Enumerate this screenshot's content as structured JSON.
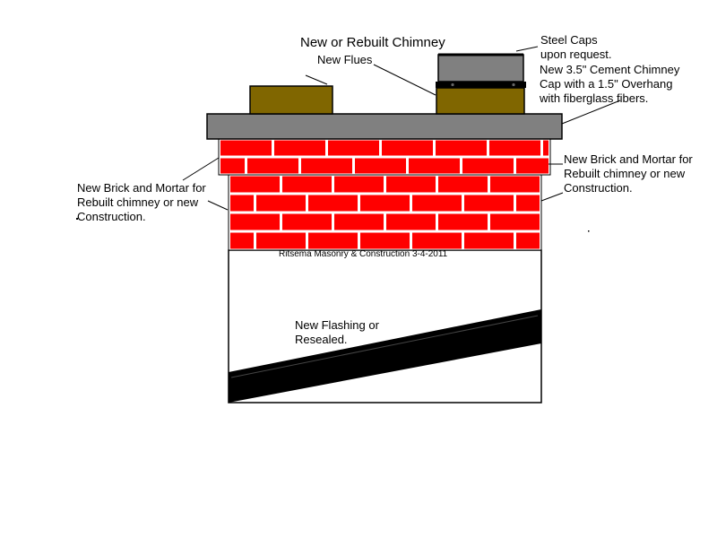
{
  "title": "New or Rebuilt Chimney",
  "labels": {
    "new_flues": "New Flues",
    "steel_caps": [
      "Steel Caps",
      " upon request."
    ],
    "cement_cap": [
      "New 3.5\" Cement Chimney",
      "Cap with a 1.5\" Overhang",
      "with fiberglass fibers."
    ],
    "brick_left": [
      "New Brick and Mortar for",
      "Rebuilt chimney or new",
      "Construction."
    ],
    "brick_right": [
      "New Brick and Mortar for",
      "Rebuilt chimney or new",
      "Construction."
    ],
    "credit": "Ritsema Masonry & Construction 3-4-2011",
    "flashing": [
      "New Flashing or",
      "Resealed."
    ]
  },
  "colors": {
    "brick": "#ff0000",
    "mortar": "#ffffff",
    "cap": "#808080",
    "flue": "#806600",
    "flashing": "#000000",
    "outline": "#000000"
  }
}
